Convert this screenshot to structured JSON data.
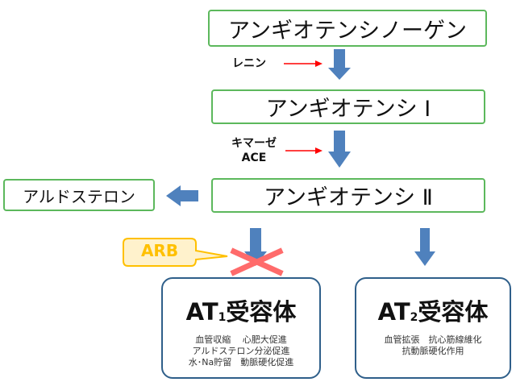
{
  "nodes": {
    "angiotensinogen": "アンギオテンシノーゲン",
    "angiotensin1": "アンギオテンシ Ⅰ",
    "angiotensin2": "アンギオテンシ Ⅱ",
    "aldosterone": "アルドステロン"
  },
  "enzymes": {
    "renin": "レニン",
    "chymase": "キマーゼ",
    "ace": "ACE"
  },
  "arb": "ARB",
  "at1": {
    "title_main": "AT",
    "title_sub": "1",
    "title_rest": "受容体",
    "effects": [
      "血管収縮　 心肥大促進",
      "アルドステロン分泌促進",
      "水･Na貯留　動脈硬化促進"
    ]
  },
  "at2": {
    "title_main": "AT",
    "title_sub": "2",
    "title_rest": "受容体",
    "effects": [
      "血管拡張　抗心筋線維化",
      "抗動脈硬化作用"
    ]
  },
  "colors": {
    "node_border": "#5cb85c",
    "flow_arrow": "#4f81bd",
    "enzyme_arrow": "#ff0000",
    "block_cross": "#ff6b6b",
    "arb": "#ffc000",
    "receptor_border": "#2f5f8a"
  }
}
